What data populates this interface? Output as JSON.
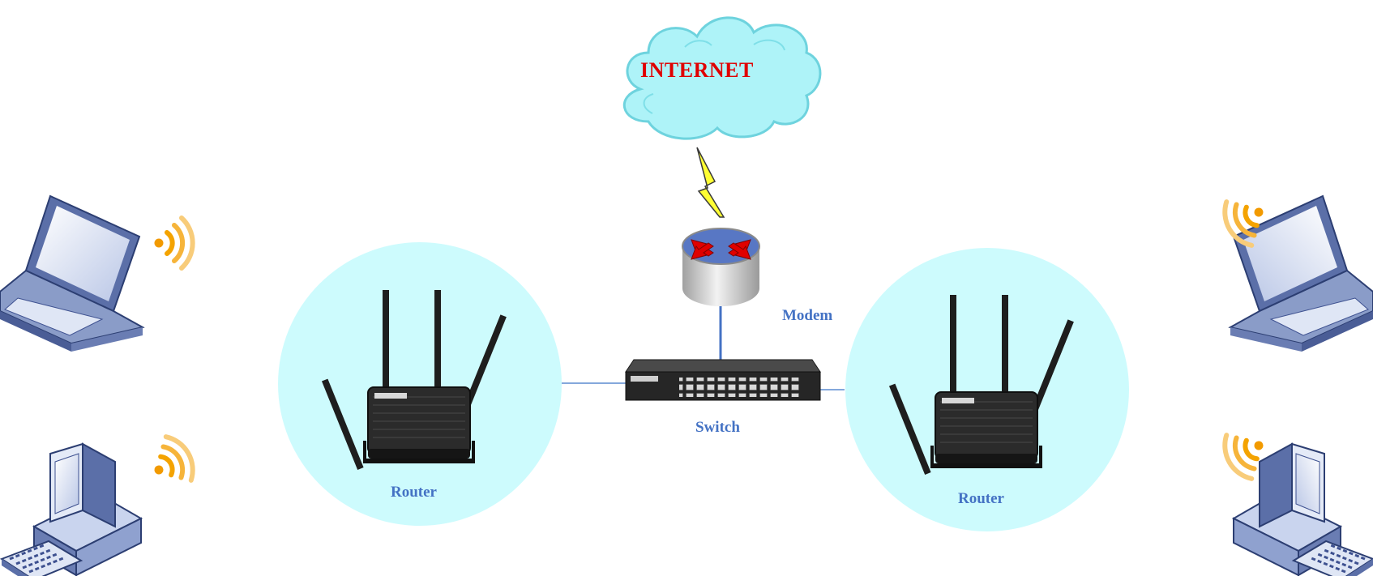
{
  "colors": {
    "background": "#ffffff",
    "router_zone": "#cdfbfd",
    "cloud": "#aef3f8",
    "label_blue": "#4472c4",
    "internet_red": "#e00000",
    "link_line": "#5b8bd0",
    "wifi": "#f4a300"
  },
  "labels": {
    "internet": "INTERNET",
    "modem": "Modem",
    "switch": "Switch",
    "router_left": "Router",
    "router_right": "Router"
  },
  "icons": {
    "cloud": "cloud-icon",
    "lightning": "lightning-bolt-icon",
    "modem": "modem-router-icon",
    "switch": "network-switch-icon",
    "router": "wifi-router-icon",
    "laptop": "laptop-icon",
    "desktop": "desktop-computer-icon",
    "wifi": "wifi-signal-icon"
  }
}
